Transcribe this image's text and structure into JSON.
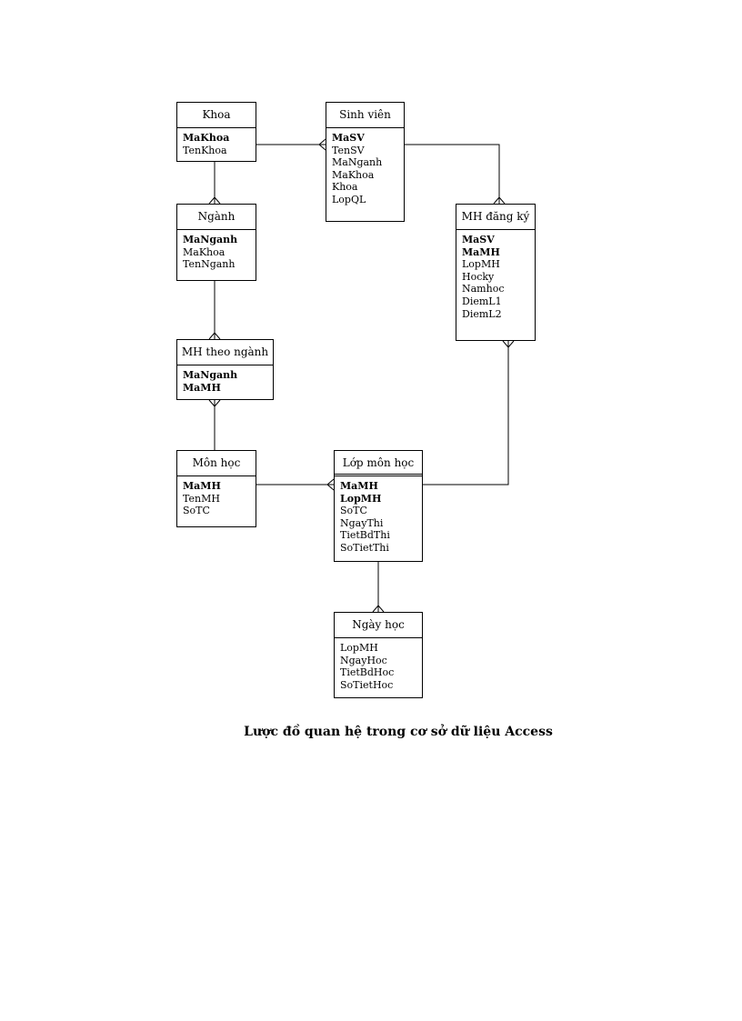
{
  "entities": {
    "khoa": {
      "title": "Khoa",
      "fields": [
        {
          "name": "MaKhoa",
          "key": true
        },
        {
          "name": "TenKhoa",
          "key": false
        }
      ]
    },
    "sinhvien": {
      "title": "Sinh viên",
      "fields": [
        {
          "name": "MaSV",
          "key": true
        },
        {
          "name": "TenSV",
          "key": false
        },
        {
          "name": "MaNganh",
          "key": false
        },
        {
          "name": "MaKhoa",
          "key": false
        },
        {
          "name": "Khoa",
          "key": false
        },
        {
          "name": "LopQL",
          "key": false
        }
      ]
    },
    "nganh": {
      "title": "Ngành",
      "fields": [
        {
          "name": "MaNganh",
          "key": true
        },
        {
          "name": "MaKhoa",
          "key": false
        },
        {
          "name": "TenNganh",
          "key": false
        }
      ]
    },
    "mhdangky": {
      "title": "MH đăng ký",
      "fields": [
        {
          "name": "MaSV",
          "key": true
        },
        {
          "name": "MaMH",
          "key": true
        },
        {
          "name": "LopMH",
          "key": false
        },
        {
          "name": "Hocky",
          "key": false
        },
        {
          "name": "Namhoc",
          "key": false
        },
        {
          "name": "DiemL1",
          "key": false
        },
        {
          "name": "DiemL2",
          "key": false
        }
      ]
    },
    "mhtheonganh": {
      "title": "MH theo ngành",
      "fields": [
        {
          "name": "MaNganh",
          "key": true
        },
        {
          "name": "MaMH",
          "key": true
        }
      ]
    },
    "monhoc": {
      "title": "Môn học",
      "fields": [
        {
          "name": "MaMH",
          "key": true
        },
        {
          "name": "TenMH",
          "key": false
        },
        {
          "name": "SoTC",
          "key": false
        }
      ]
    },
    "lopmonhoc": {
      "title": "Lớp môn học",
      "fields": [
        {
          "name": "MaMH",
          "key": true
        },
        {
          "name": "LopMH",
          "key": true
        },
        {
          "name": "SoTC",
          "key": false
        },
        {
          "name": "NgayThi",
          "key": false
        },
        {
          "name": "TietBdThi",
          "key": false
        },
        {
          "name": "SoTietThi",
          "key": false
        }
      ]
    },
    "ngayhoc": {
      "title": "Ngày học",
      "fields": [
        {
          "name": "LopMH",
          "key": false
        },
        {
          "name": "NgayHoc",
          "key": false
        },
        {
          "name": "TietBdHoc",
          "key": false
        },
        {
          "name": "SoTietHoc",
          "key": false
        }
      ]
    }
  },
  "relationships": [
    {
      "from": "khoa",
      "to": "sinhvien",
      "cardinality": "one-to-many"
    },
    {
      "from": "khoa",
      "to": "nganh",
      "cardinality": "one-to-many"
    },
    {
      "from": "sinhvien",
      "to": "mhdangky",
      "cardinality": "one-to-many"
    },
    {
      "from": "nganh",
      "to": "mhtheonganh",
      "cardinality": "one-to-many"
    },
    {
      "from": "monhoc",
      "to": "mhtheonganh",
      "cardinality": "one-to-many"
    },
    {
      "from": "monhoc",
      "to": "lopmonhoc",
      "cardinality": "one-to-many"
    },
    {
      "from": "lopmonhoc",
      "to": "mhdangky",
      "cardinality": "one-to-many"
    },
    {
      "from": "lopmonhoc",
      "to": "ngayhoc",
      "cardinality": "one-to-many"
    }
  ],
  "caption": "Lược đồ quan hệ trong cơ sở dữ liệu Access"
}
